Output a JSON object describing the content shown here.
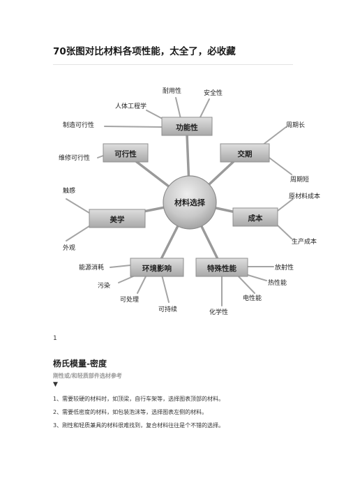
{
  "document": {
    "title": "70张图对比材料各项性能，太全了，必收藏",
    "page_number": "1",
    "section_title": "杨氏模量-密度",
    "section_subtitle": "刚性或/和轻质部件选材参考",
    "arrow": "▼",
    "items": [
      "1、需要较硬的材料时，如顶梁，自行车架等，选择图表顶部的材料。",
      "2、需要低密度的材料，如包装泡沫等，选择图表左侧的材料。",
      "3、刚性和轻质兼具的材料很难找到，复合材料往往是个不错的选择。"
    ]
  },
  "mindmap": {
    "center": "材料选择",
    "nodes": {
      "function": "功能性",
      "delivery": "交期",
      "feasibility": "可行性",
      "aesthetics": "美学",
      "cost": "成本",
      "environment": "环境影响",
      "special": "特殊性能"
    },
    "labels": {
      "durability": "耐用性",
      "safety": "安全性",
      "ergonomics": "人体工程学",
      "manufacturability": "制造可行性",
      "long_cycle": "周期长",
      "maintainability": "维修可行性",
      "short_cycle": "周期短",
      "touch": "触感",
      "material_cost": "原材料成本",
      "appearance": "外观",
      "production_cost": "生产成本",
      "energy": "能源消耗",
      "radiation": "放射性",
      "pollution": "污染",
      "thermal": "热性能",
      "disposable": "可处理",
      "electrical": "电性能",
      "sustainable": "可持续",
      "chemical": "化学性"
    }
  }
}
